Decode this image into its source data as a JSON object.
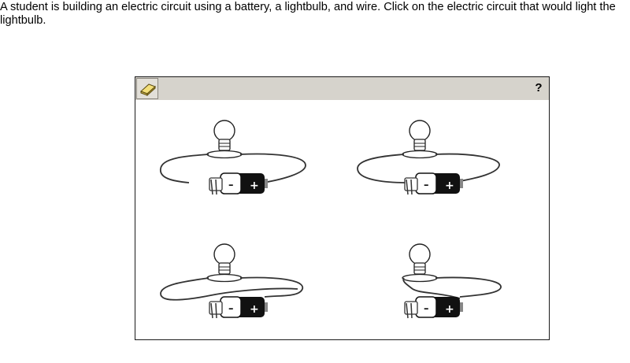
{
  "question": {
    "text": "A student is building an electric circuit using a battery, a lightbulb, and wire. Click on the electric circuit that would light the lightbulb."
  },
  "toolbar": {
    "eraser_icon": "eraser-icon",
    "help_label": "?"
  },
  "options": [
    {
      "id": "top-left",
      "battery_minus": "–",
      "battery_plus": "+"
    },
    {
      "id": "top-right",
      "battery_minus": "–",
      "battery_plus": "+"
    },
    {
      "id": "bottom-left",
      "battery_minus": "–",
      "battery_plus": "+"
    },
    {
      "id": "bottom-right",
      "battery_minus": "–",
      "battery_plus": "+"
    }
  ]
}
